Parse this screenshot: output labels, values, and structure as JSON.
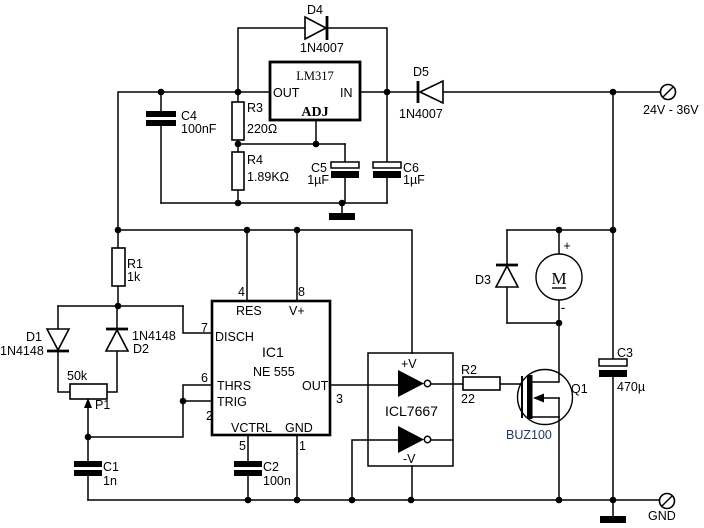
{
  "diagram_type": "circuit-schematic",
  "colors": {
    "background": "#ffffff",
    "wire": "#000000",
    "mosfet_part_label": "#1f3864"
  },
  "power": {
    "supply_label": "24V - 36V",
    "ground_label": "GND"
  },
  "components": {
    "d4": {
      "ref": "D4",
      "part": "1N4007"
    },
    "d5": {
      "ref": "D5",
      "part": "1N4007"
    },
    "regulator": {
      "part": "LM317",
      "pin_out": "OUT",
      "pin_in": "IN",
      "pin_adj": "ADJ"
    },
    "r3": {
      "ref": "R3",
      "value": "220Ω"
    },
    "r4": {
      "ref": "R4",
      "value": "1.89KΩ"
    },
    "c4": {
      "ref": "C4",
      "value": "100nF"
    },
    "c5": {
      "ref": "C5",
      "value": "1µF"
    },
    "c6": {
      "ref": "C6",
      "value": "1µF"
    },
    "r1": {
      "ref": "R1",
      "value": "1k"
    },
    "d1": {
      "ref": "D1",
      "part": "1N4148"
    },
    "d2": {
      "ref": "D2",
      "part": "1N4148"
    },
    "p1": {
      "ref": "P1",
      "value": "50k"
    },
    "ic1": {
      "ref": "IC1",
      "part": "NE 555",
      "pins": {
        "res": {
          "num": "4",
          "name": "RES"
        },
        "vcc": {
          "num": "8",
          "name": "V+"
        },
        "disch": {
          "num": "7",
          "name": "DISCH"
        },
        "thrs": {
          "num": "6",
          "name": "THRS"
        },
        "trig": {
          "num": "2",
          "name": "TRIG"
        },
        "out": {
          "num": "3",
          "name": "OUT"
        },
        "vctrl": {
          "num": "5",
          "name": "VCTRL"
        },
        "gnd": {
          "num": "1",
          "name": "GND"
        }
      }
    },
    "c1": {
      "ref": "C1",
      "value": "1n"
    },
    "c2": {
      "ref": "C2",
      "value": "100n"
    },
    "driver": {
      "part": "ICL7667",
      "pin_vplus": "+V",
      "pin_vminus": "-V"
    },
    "r2": {
      "ref": "R2",
      "value": "22"
    },
    "q1": {
      "ref": "Q1",
      "part": "BUZ100"
    },
    "d3": {
      "ref": "D3"
    },
    "motor": {
      "label": "M",
      "terminal_plus": "+",
      "terminal_minus": "-"
    },
    "c3": {
      "ref": "C3",
      "value": "470µ"
    }
  }
}
